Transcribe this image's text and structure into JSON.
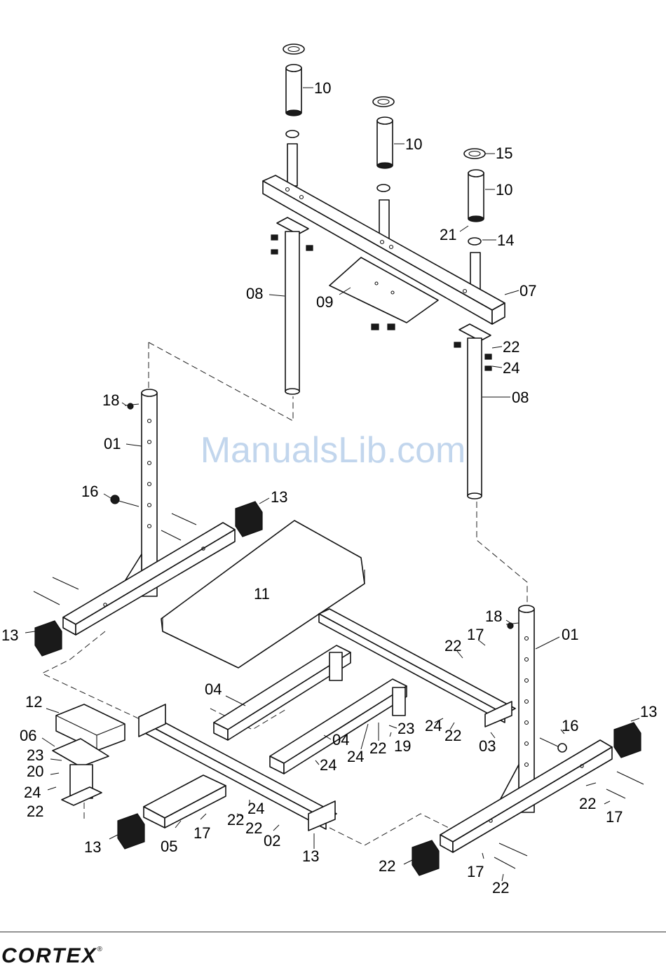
{
  "watermark": "ManualsLib.com",
  "brand": {
    "name": "CORTEX",
    "mark": "®"
  },
  "callouts": [
    "10",
    "10",
    "15",
    "10",
    "21",
    "14",
    "07",
    "08",
    "09",
    "22",
    "24",
    "08",
    "18",
    "01",
    "16",
    "13",
    "11",
    "13",
    "18",
    "17",
    "01",
    "22",
    "13",
    "12",
    "06",
    "23",
    "20",
    "24",
    "22",
    "04",
    "23",
    "24",
    "22",
    "19",
    "24",
    "22",
    "03",
    "16",
    "04",
    "24",
    "22",
    "13",
    "17",
    "05",
    "17",
    "22",
    "24",
    "22",
    "02",
    "13",
    "22",
    "17",
    "22",
    "17"
  ]
}
